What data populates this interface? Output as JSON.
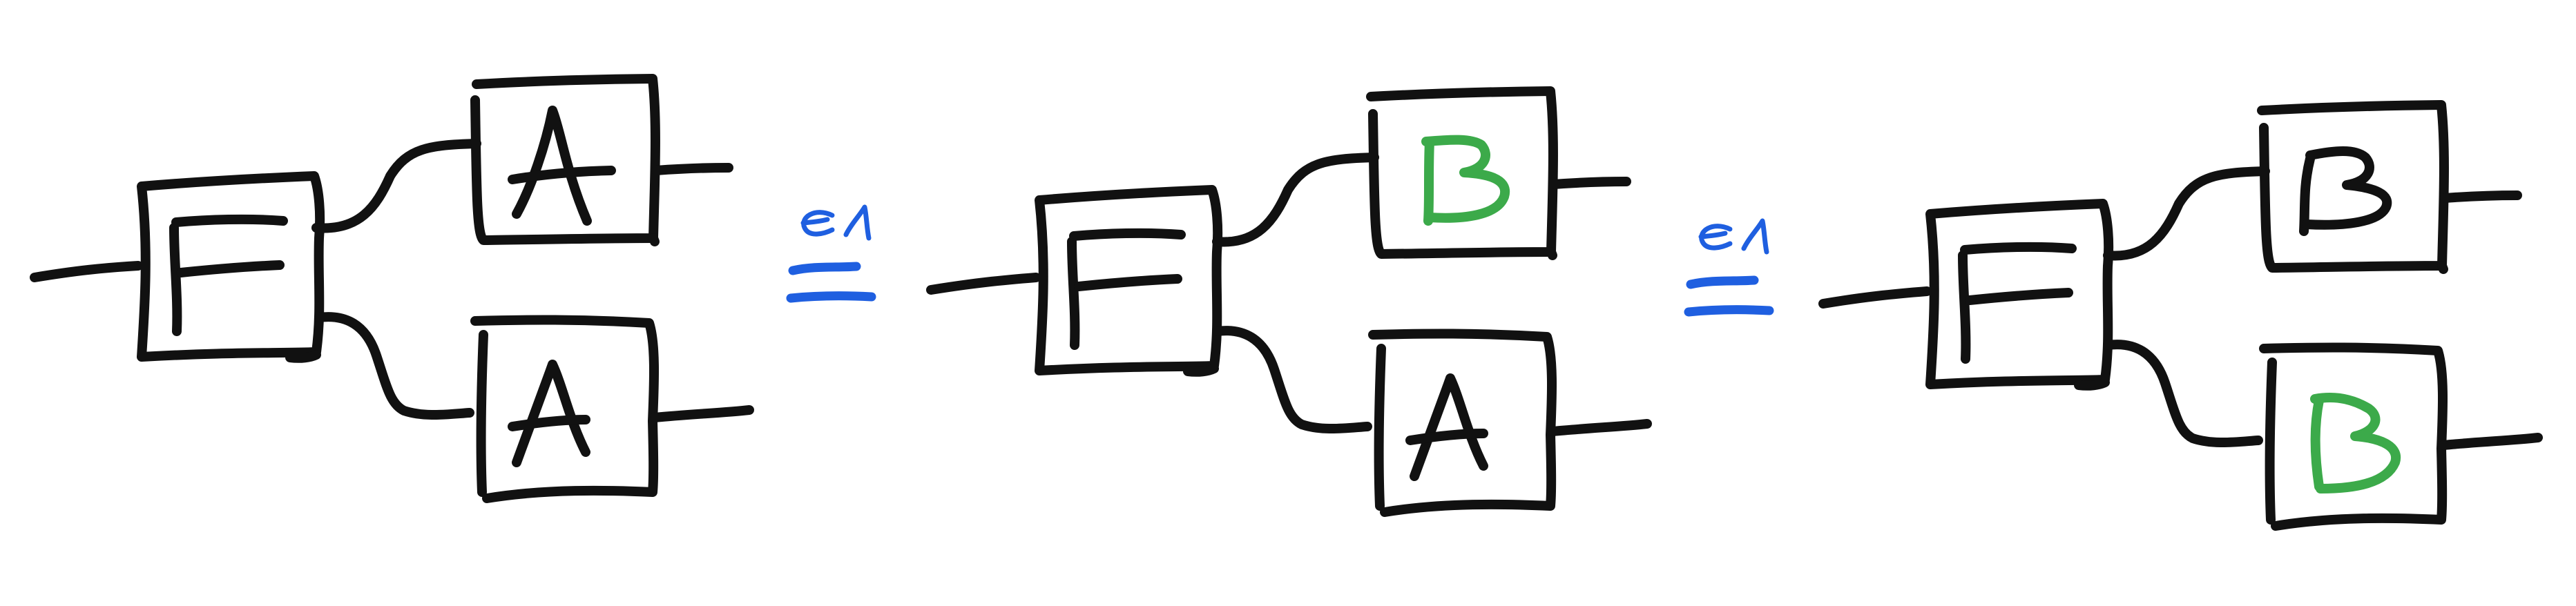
{
  "colors": {
    "ink": "#111111",
    "accent_blue": "#1f5fe0",
    "accent_green": "#3caa4a",
    "background": "#ffffff"
  },
  "diagrams": [
    {
      "input_box": "F",
      "outputs": [
        {
          "label": "A",
          "color": "#111111"
        },
        {
          "label": "A",
          "color": "#111111"
        }
      ]
    },
    {
      "input_box": "F",
      "outputs": [
        {
          "label": "B",
          "color": "#3caa4a"
        },
        {
          "label": "A",
          "color": "#111111"
        }
      ]
    },
    {
      "input_box": "F",
      "outputs": [
        {
          "label": "B",
          "color": "#111111"
        },
        {
          "label": "B",
          "color": "#3caa4a"
        }
      ]
    }
  ],
  "relations": [
    {
      "symbol": "≈",
      "subscript": "ε₁",
      "color": "#1f5fe0"
    },
    {
      "symbol": "≈",
      "subscript": "ε₁",
      "color": "#1f5fe0"
    }
  ]
}
